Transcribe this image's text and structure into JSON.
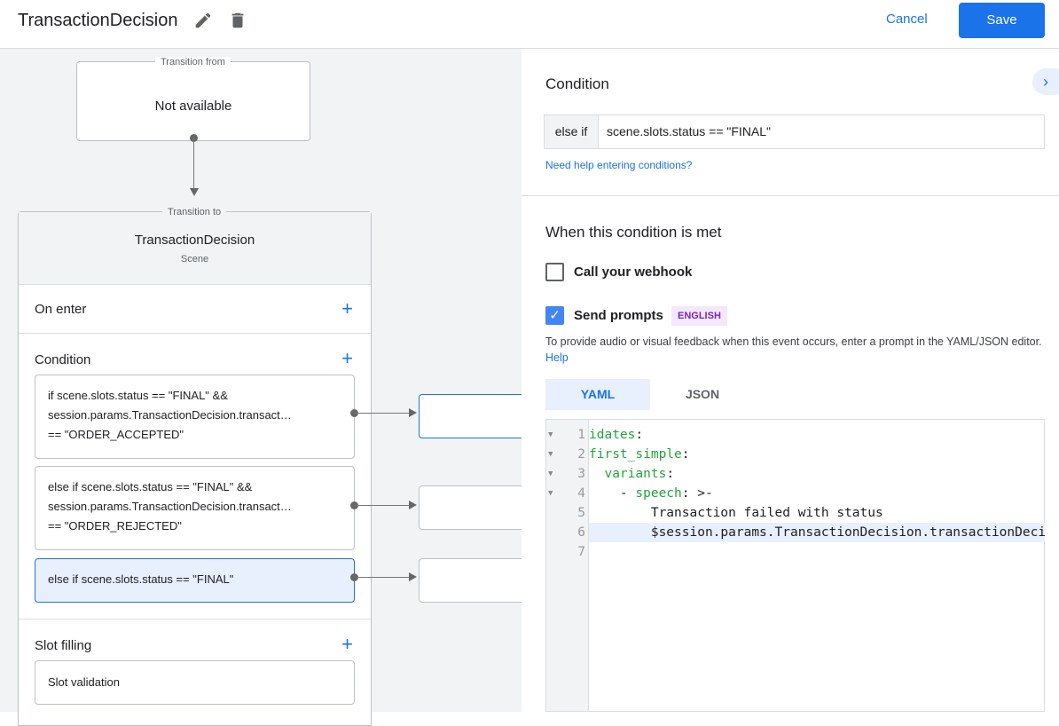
{
  "header": {
    "title": "TransactionDecision",
    "cancel": "Cancel",
    "save": "Save"
  },
  "canvas": {
    "transition_from": {
      "legend": "Transition from",
      "value": "Not available"
    },
    "transition_to": {
      "legend": "Transition to",
      "scene": "TransactionDecision",
      "type": "Scene"
    },
    "on_enter": "On enter",
    "condition": "Condition",
    "conditions": [
      {
        "lines": [
          "if scene.slots.status == \"FINAL\" &&",
          "session.params.TransactionDecision.transact…",
          "== \"ORDER_ACCEPTED\""
        ]
      },
      {
        "lines": [
          "else if scene.slots.status == \"FINAL\" &&",
          "session.params.TransactionDecision.transact…",
          "== \"ORDER_REJECTED\""
        ]
      },
      {
        "lines": [
          "else if scene.slots.status == \"FINAL\""
        ],
        "selected": true
      }
    ],
    "slot_filling": "Slot filling",
    "slot_validation": "Slot validation"
  },
  "panel": {
    "condition_title": "Condition",
    "prefix": "else if",
    "condition_value": "scene.slots.status == \"FINAL\"",
    "help_link": "Need help entering conditions?",
    "when_title": "When this condition is met",
    "webhook": {
      "label": "Call your webhook",
      "checked": false
    },
    "prompts": {
      "label": "Send prompts",
      "checked": true,
      "badge": "ENGLISH"
    },
    "desc": "To provide audio or visual feedback when this event occurs, enter a prompt in the YAML/JSON editor.",
    "desc_link": "Help",
    "tabs": [
      {
        "label": "YAML",
        "active": true
      },
      {
        "label": "JSON",
        "active": false
      }
    ],
    "code": [
      {
        "n": "1",
        "key": "idates",
        "rest": ":"
      },
      {
        "n": "2",
        "key": "first_simple",
        "rest": ":"
      },
      {
        "n": "3",
        "pre": "  ",
        "key": "variants",
        "rest": ":"
      },
      {
        "n": "4",
        "pre": "    - ",
        "key": "speech",
        "rest": ": >-"
      },
      {
        "n": "5",
        "pre": "        Transaction failed with status"
      },
      {
        "n": "6",
        "pre": "        $session.params.TransactionDecision.transactionDecision"
      },
      {
        "n": "7"
      }
    ]
  },
  "colors": {
    "accent": "#1a73e8",
    "selected": "#e8f0fe",
    "badge_bg": "#f3e8fd",
    "badge_fg": "#7627bb"
  }
}
